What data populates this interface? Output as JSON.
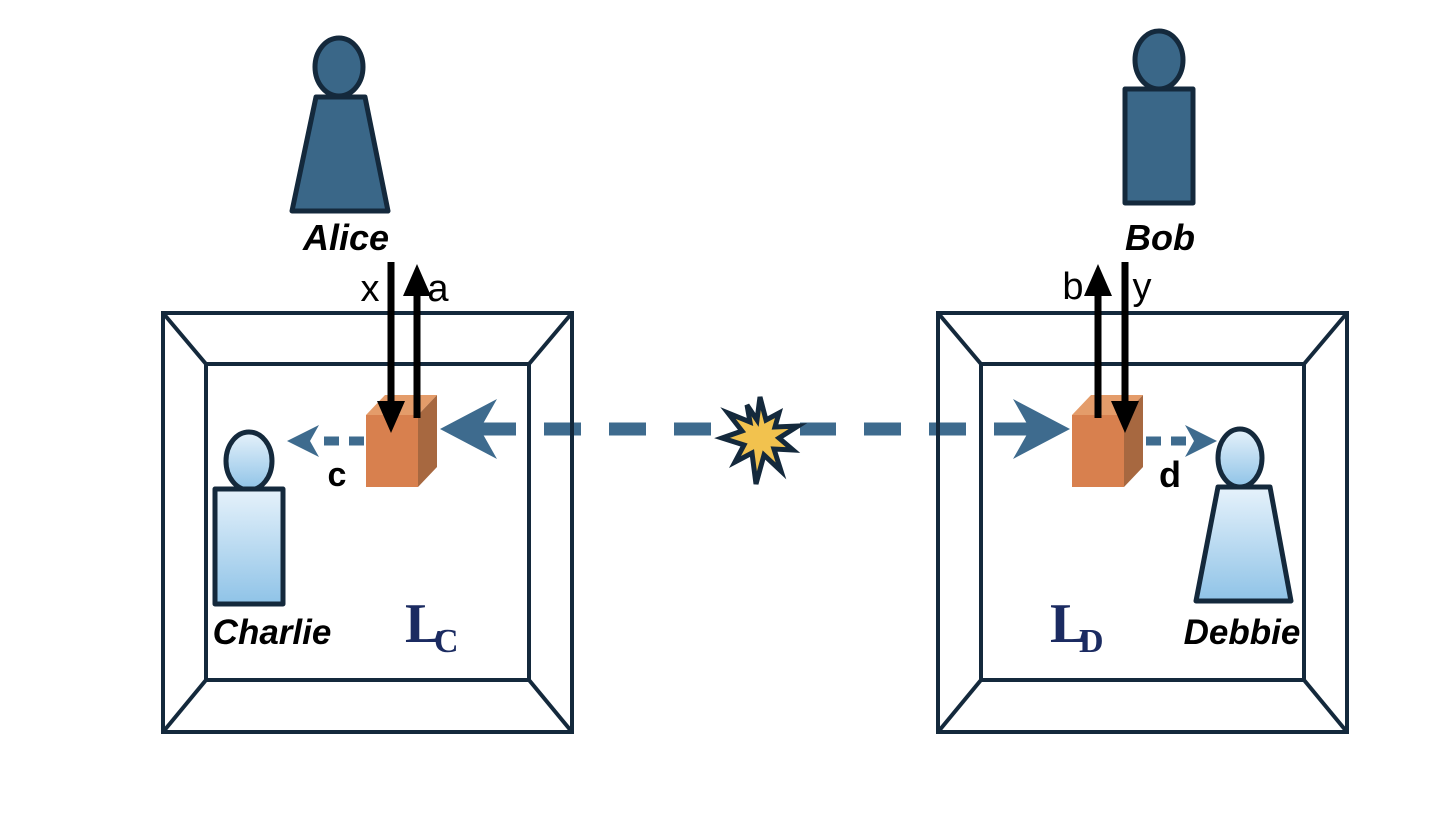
{
  "actors": {
    "alice": "Alice",
    "bob": "Bob",
    "charlie": "Charlie",
    "debbie": "Debbie"
  },
  "wires": {
    "alice_input": "x",
    "alice_output": "a",
    "bob_output": "b",
    "bob_input": "y",
    "charlie_outcome": "c",
    "debbie_outcome": "d"
  },
  "labs": {
    "left_main": "L",
    "left_sub": "C",
    "right_main": "L",
    "right_sub": "D"
  },
  "colors": {
    "outline_dark": "#14293c",
    "figure_dark_fill": "#3a6788",
    "figure_light_top": "#e6f2fb",
    "figure_light_bottom": "#8fc3e7",
    "beam_blue": "#3e6b8e",
    "cube_front": "#d8804e",
    "cube_top": "#e49c6a",
    "cube_side": "#a76840",
    "star_fill": "#f2c24e",
    "lab_label_navy": "#1b2b61",
    "background": "#ffffff"
  }
}
